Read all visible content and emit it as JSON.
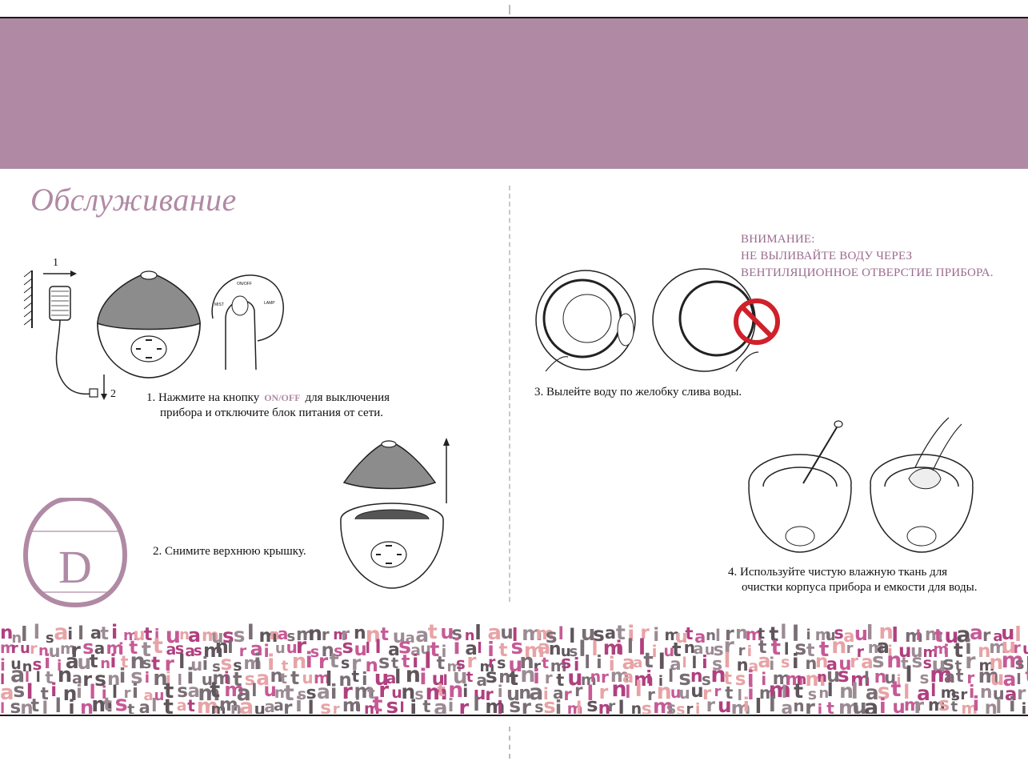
{
  "heading": "Обслуживание",
  "steps": {
    "s1_pre": "1. Нажмите на кнопку",
    "s1_btn": "ON/OFF",
    "s1_post": "для выключения",
    "s1_line2": "прибора и отключите блок питания от сети.",
    "s2": "2. Снимите верхнюю крышку.",
    "s3": "3. Вылейте воду по желобку слива воды.",
    "s4_line1": "4. Используйте чистую влажную ткань для",
    "s4_line2": "очистки корпуса прибора и емкости для воды."
  },
  "warning": {
    "line1": "ВНИМАНИЕ:",
    "line2": "НЕ ВЫЛИВАЙТЕ ВОДУ ЧЕРЕЗ",
    "line3": "ВЕНТИЛЯЦИОННОЕ ОТВЕРСТИЕ ПРИБОРА."
  },
  "figure_labels": {
    "arrow_1": "1",
    "arrow_2": "2",
    "onoff_small": "ON/OFF",
    "mist_small": "MIST",
    "lamp_small": "LAMP"
  },
  "logo_letter": "D",
  "colors": {
    "band": "#b08aa4",
    "accent_text": "#b08aa4",
    "warning_text": "#9b6b8e",
    "prohibit_red": "#d0202a"
  }
}
